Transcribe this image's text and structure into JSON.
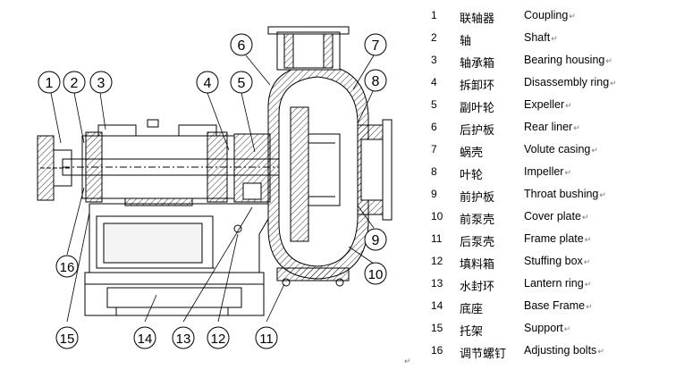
{
  "callouts": [
    "1",
    "2",
    "3",
    "4",
    "5",
    "6",
    "7",
    "8",
    "9",
    "10",
    "11",
    "12",
    "13",
    "14",
    "15",
    "16"
  ],
  "paragraph_mark": "↵",
  "legend": [
    {
      "num": "1",
      "cn": "联轴器",
      "en": "Coupling"
    },
    {
      "num": "2",
      "cn": "轴",
      "en": "Shaft"
    },
    {
      "num": "3",
      "cn": "轴承箱",
      "en": "Bearing housing"
    },
    {
      "num": "4",
      "cn": "拆卸环",
      "en": "Disassembly ring"
    },
    {
      "num": "5",
      "cn": "副叶轮",
      "en": "Expeller"
    },
    {
      "num": "6",
      "cn": "后护板",
      "en": "Rear liner"
    },
    {
      "num": "7",
      "cn": "蜗壳",
      "en": "Volute casing"
    },
    {
      "num": "8",
      "cn": "叶轮",
      "en": "Impeller"
    },
    {
      "num": "9",
      "cn": "前护板",
      "en": "Throat bushing"
    },
    {
      "num": "10",
      "cn": "前泵壳",
      "en": "Cover plate"
    },
    {
      "num": "11",
      "cn": "后泵壳",
      "en": "Frame plate"
    },
    {
      "num": "12",
      "cn": "填料箱",
      "en": "Stuffing box"
    },
    {
      "num": "13",
      "cn": "水封环",
      "en": "Lantern ring"
    },
    {
      "num": "14",
      "cn": "底座",
      "en": "Base Frame"
    },
    {
      "num": "15",
      "cn": "托架",
      "en": "Support"
    },
    {
      "num": "16",
      "cn": "调节螺钉",
      "en": "Adjusting bolts"
    }
  ]
}
